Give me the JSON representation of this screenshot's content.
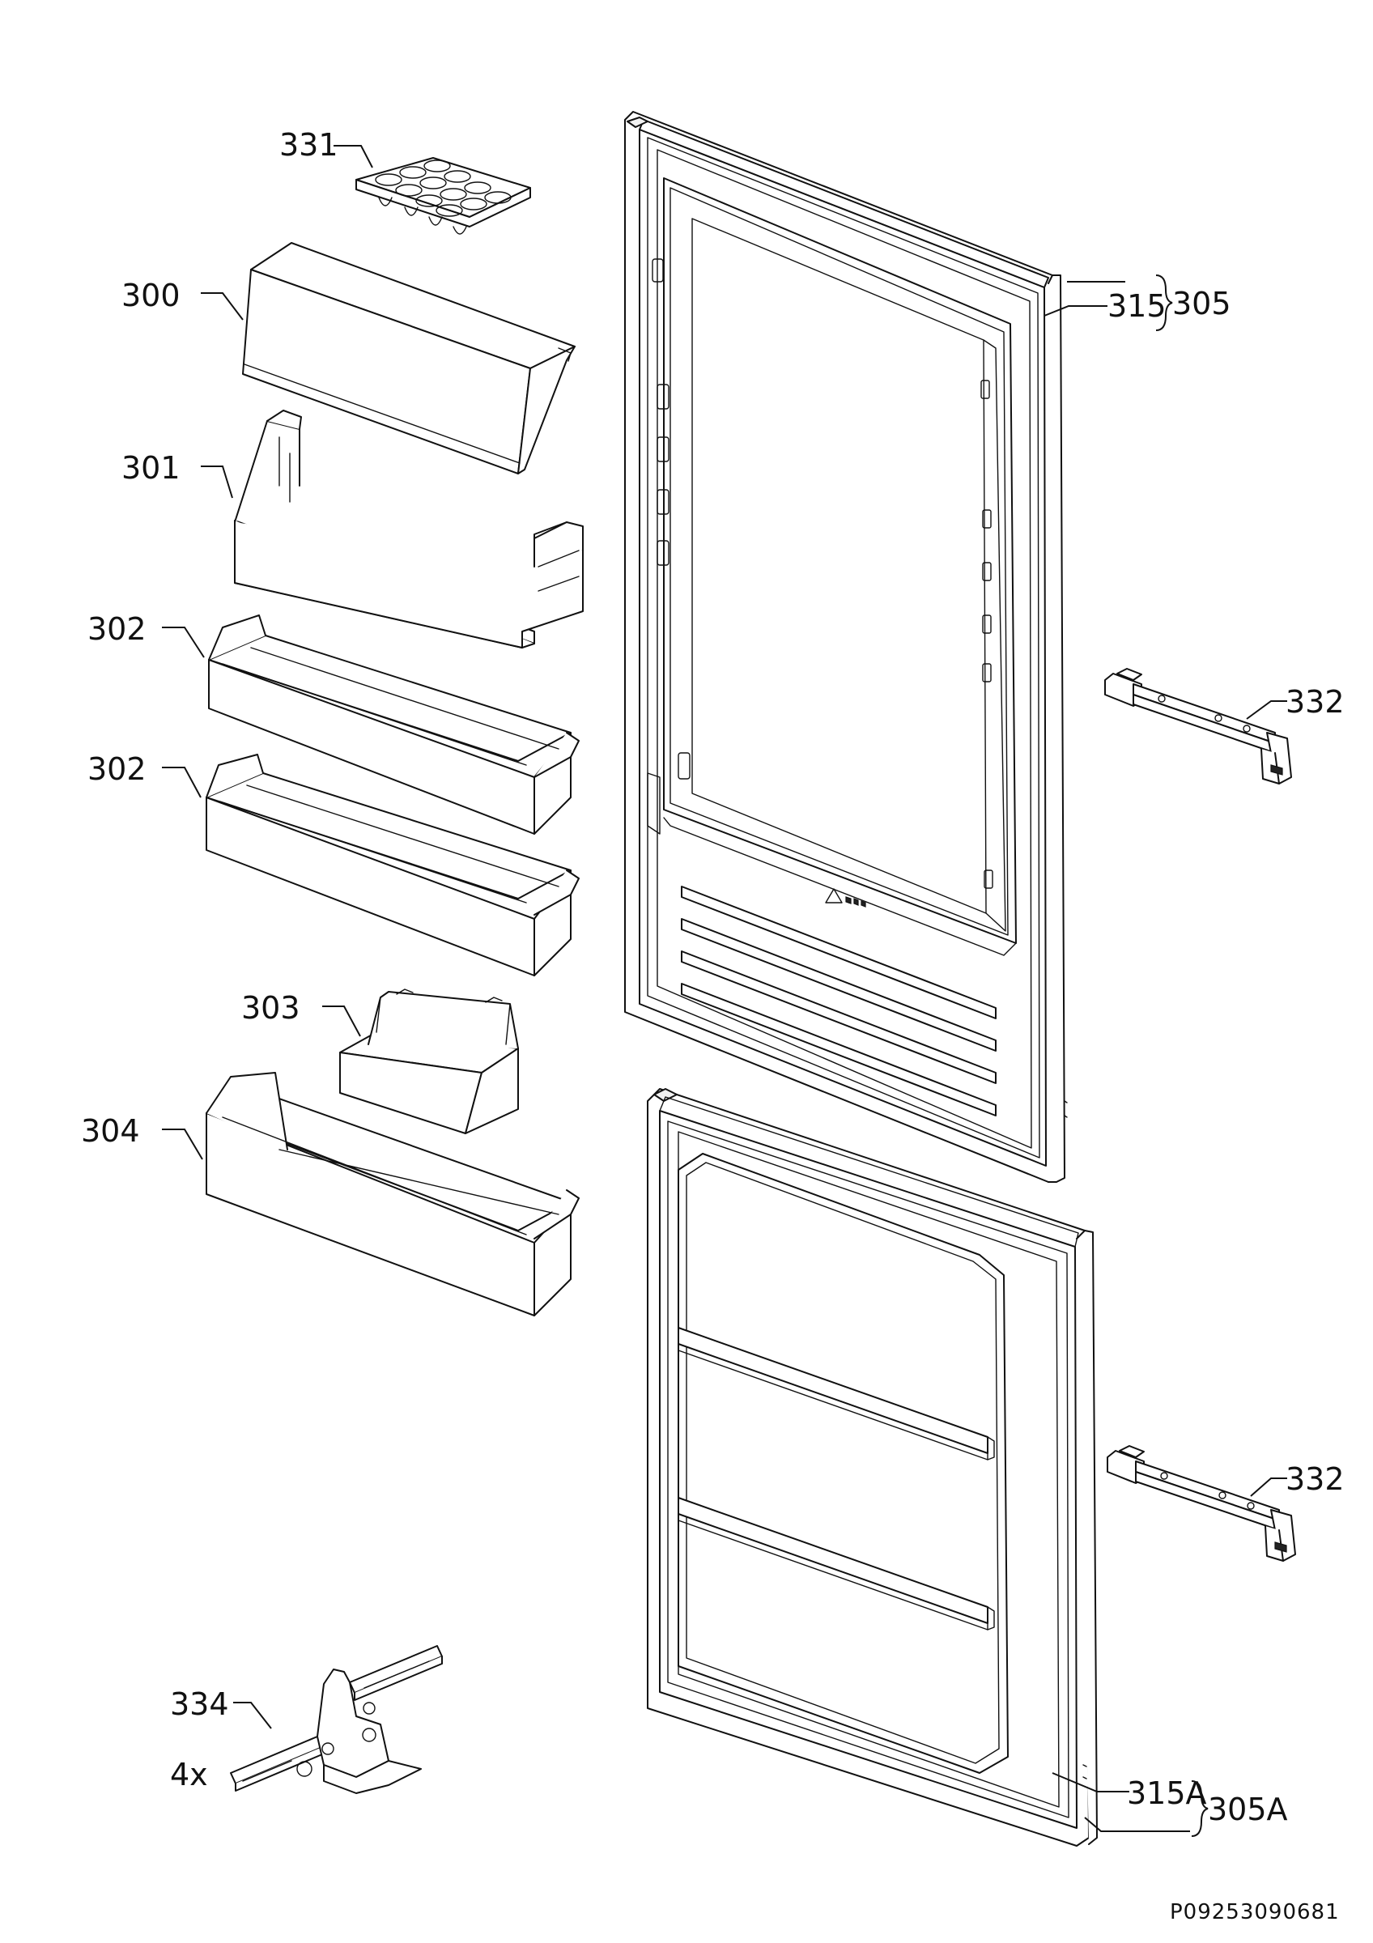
{
  "labels": {
    "l331": "331",
    "l300": "300",
    "l301": "301",
    "l302a": "302",
    "l302b": "302",
    "l303": "303",
    "l304": "304",
    "l315": "315",
    "l305": "305",
    "l332a": "332",
    "l332b": "332",
    "l334": "334",
    "l334qty": "4x",
    "l315A": "315A",
    "l305A": "305A"
  },
  "drawing_code": "P09253090681"
}
